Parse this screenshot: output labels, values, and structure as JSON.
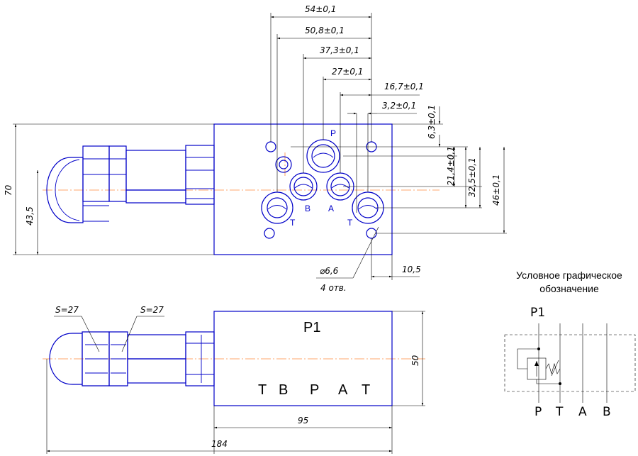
{
  "top_view": {
    "dims_horizontal": [
      "54±0,1",
      "50,8±0,1",
      "37,3±0,1",
      "27±0,1",
      "16,7±0,1",
      "3,2±0,1"
    ],
    "dims_vertical": [
      "6,3±0,1",
      "21,4±0,1",
      "32,5±0,1",
      "46±0,1"
    ],
    "overall_height": "70",
    "axis_height": "43,5",
    "hole_dia": "⌀6,6",
    "hole_count": "4 отв.",
    "edge_offset": "10,5",
    "ports": {
      "p": "P",
      "b": "B",
      "a": "A",
      "t_left": "T",
      "t_right": "T"
    }
  },
  "side_view": {
    "wrench_left": "S=27",
    "wrench_right": "S=27",
    "block_label": "P1",
    "port_row": [
      "T",
      "B",
      "P",
      "A",
      "T"
    ],
    "height": "50",
    "width": "95",
    "overall_length": "184"
  },
  "symbol": {
    "title_line1": "Условное графическое",
    "title_line2": "обозначение",
    "name": "P1",
    "ports": [
      "P",
      "T",
      "A",
      "B"
    ]
  }
}
